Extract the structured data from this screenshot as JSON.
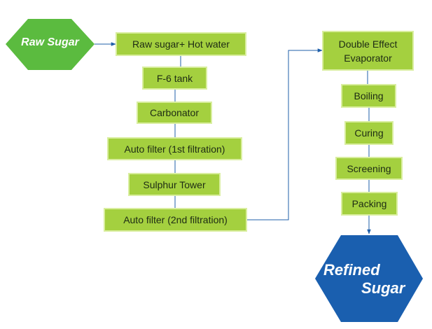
{
  "start": {
    "label": "Raw Sugar",
    "color": "#5bbb3f"
  },
  "end": {
    "line1": "Refined",
    "line2": "Sugar",
    "color": "#1a5faf"
  },
  "left_steps": [
    "Raw sugar+ Hot water",
    "F-6 tank",
    "Carbonator",
    "Auto filter (1st filtration)",
    "Sulphur Tower",
    "Auto filter (2nd filtration)"
  ],
  "right_steps": [
    "Double Effect Evaporator",
    "Boiling",
    "Curing",
    "Screening",
    "Packing"
  ],
  "colors": {
    "box": "#a4d03f",
    "box_border": "#d9ee9f",
    "connector": "#1f5faa"
  }
}
